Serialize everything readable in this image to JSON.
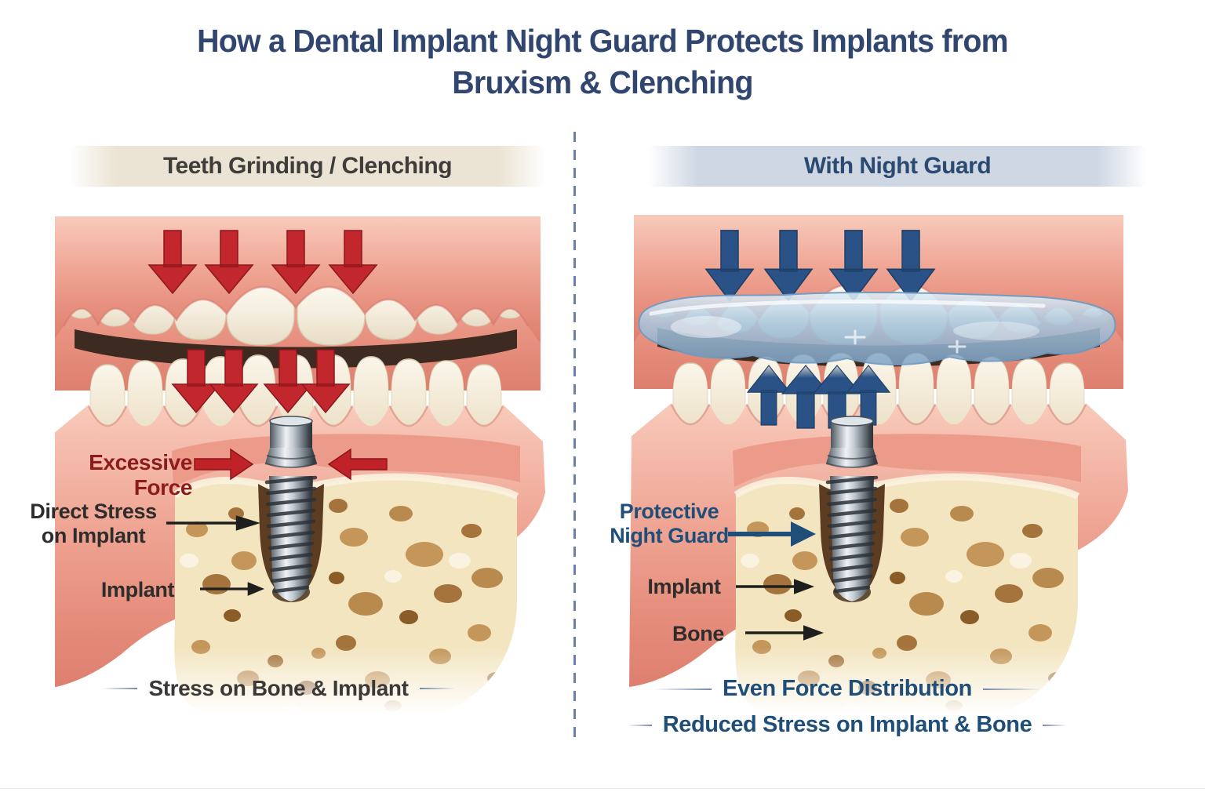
{
  "title": {
    "full": "How a Dental Implant Night Guard Protects Implants from Bruxism & Clenching",
    "lines": [
      "How a Dental Implant Night Guard Protects Implants from",
      "Bruxism & Clenching"
    ]
  },
  "left_panel": {
    "header": "Teeth Grinding / Clenching",
    "labels": {
      "excessive_force": "Excessive Force",
      "direct_stress": {
        "lines": [
          "Direct Stress",
          "on Implant"
        ]
      },
      "implant": "Implant"
    },
    "caption": "Stress on Bone & Implant"
  },
  "right_panel": {
    "header": "With Night Guard",
    "labels": {
      "night_guard": {
        "lines": [
          "Protective",
          "Night Guard"
        ]
      },
      "implant": "Implant",
      "bone": "Bone"
    },
    "captions": [
      "Even Force Distribution",
      "Reduced Stress on Implant & Bone"
    ]
  },
  "icons": {
    "force_down_arrow": "red downward force arrows",
    "balanced_down_arrow": "blue downward force arrows",
    "balanced_up_arrow": "blue upward distribution arrows",
    "pointer_arrow": "black label pointer arrow"
  },
  "palette": {
    "title_navy": "#31466f",
    "left_band_bg": "#ebe3d3",
    "left_band_text": "#3e3d3a",
    "right_band_bg": "#cfd7e3",
    "right_band_text": "#2a4a72",
    "red": "#c1272d",
    "red_dark": "#8e1b1b",
    "navy": "#1f4e79",
    "arrow_blue": "#2a5286",
    "label_dark": "#2e2d2b",
    "caption_dark": "#3a3937",
    "divider_blue": "#4d6c9c",
    "line_accent": "#7388ab",
    "gum_pink": "#ef9d8d",
    "tooth_white": "#f6efe0",
    "night_guard_blue": "#a6c5dd",
    "bone_beige": "#f3e5c0",
    "bone_spot_brown": "#a4743c",
    "implant_metal": "#9aa3ab"
  }
}
